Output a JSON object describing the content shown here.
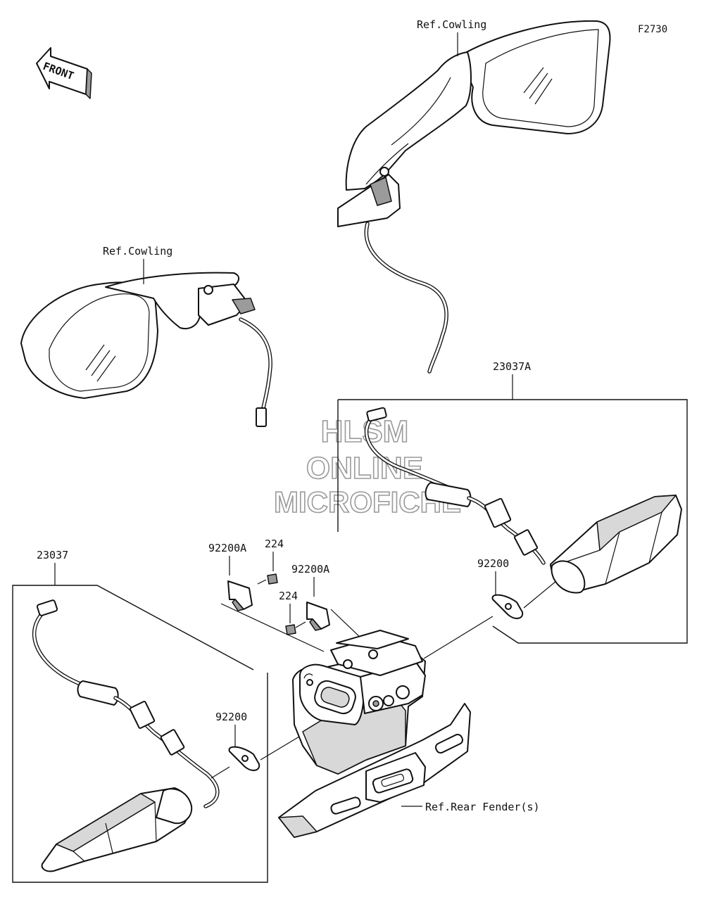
{
  "diagram": {
    "figure_code": "F2730",
    "front_label": "FRONT",
    "labels": {
      "ref_cowling_upper": "Ref.Cowling",
      "ref_cowling_left": "Ref.Cowling",
      "part_23037A": "23037A",
      "part_23037": "23037",
      "part_92200A_1": "92200A",
      "part_224_1": "224",
      "part_92200A_2": "92200A",
      "part_224_2": "224",
      "part_92200_right": "92200",
      "part_92200_left": "92200",
      "ref_rear_fender": "Ref.Rear Fender(s)"
    },
    "watermark": {
      "line1": "HLSM",
      "line2": "ONLINE",
      "line3": "MICROFICHE"
    }
  }
}
